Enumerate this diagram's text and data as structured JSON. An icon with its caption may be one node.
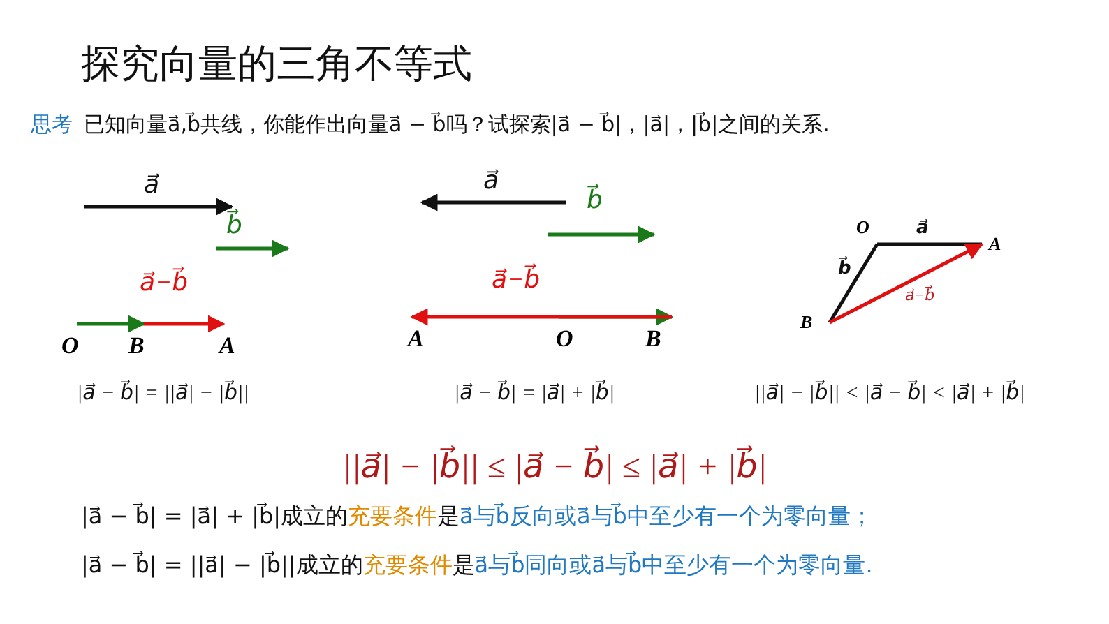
{
  "diagram": {
    "title": "探究向量的三角不等式",
    "nodes": [
      {
        "text": [
          "O"
        ]
      },
      {
        "text": [
          "B"
        ]
      },
      {
        "text": [
          "A"
        ]
      },
      {
        "text": [
          "A"
        ]
      },
      {
        "text": [
          "O"
        ]
      },
      {
        "text": [
          "B"
        ]
      },
      {
        "text": [
          "O"
        ]
      },
      {
        "text": [
          "A"
        ]
      },
      {
        "text": [
          "B"
        ]
      }
    ],
    "edges": [
      {
        "from": 0,
        "to": 1,
        "arrow": "to",
        "color": "#1a7a1a"
      },
      {
        "from": 1,
        "to": 2,
        "arrow": "to",
        "color": "#e01010",
        "label": "a⃗−b⃗"
      },
      {
        "from": 4,
        "to": 5,
        "arrow": "to",
        "color": "#1a7a1a"
      },
      {
        "from": 5,
        "to": 3,
        "arrow": "to",
        "color": "#e01010",
        "label": "a⃗−b⃗"
      },
      {
        "from": 6,
        "to": 7,
        "arrow": "none",
        "label": "a⃗",
        "color": "#111111"
      },
      {
        "from": 6,
        "to": 8,
        "arrow": "none",
        "label": "b⃗",
        "color": "#111111"
      },
      {
        "from": 8,
        "to": 7,
        "arrow": "to",
        "color": "#e01010",
        "label": "a⃗−b⃗"
      }
    ],
    "labels": [
      "思考",
      "已知向量a⃗,b⃗共线，你能作出向量a⃗ − b⃗吗？试探索|a⃗ − b⃗|，|a⃗|，|b⃗|之间的关系.",
      "a⃗",
      "b⃗",
      "|a⃗ − b⃗| = ||a⃗| − |b⃗||",
      "a⃗",
      "b⃗",
      "|a⃗ − b⃗| = |a⃗| + |b⃗|",
      "||a⃗| − |b⃗|| < |a⃗ − b⃗| < |a⃗| + |b⃗|",
      "||a⃗| − |b⃗|| ≤ |a⃗ − b⃗| ≤ |a⃗| + |b⃗|",
      "|a⃗ − b⃗| = |a⃗| + |b⃗|成立的",
      "充要条件",
      "是",
      "a⃗与b⃗反向或a⃗与b⃗中至少有一个为零向量；",
      "|a⃗ − b⃗| = ||a⃗| − |b⃗||成立的",
      "充要条件",
      "是",
      "a⃗与b⃗同向或a⃗与b⃗中至少有一个为零向量."
    ]
  }
}
